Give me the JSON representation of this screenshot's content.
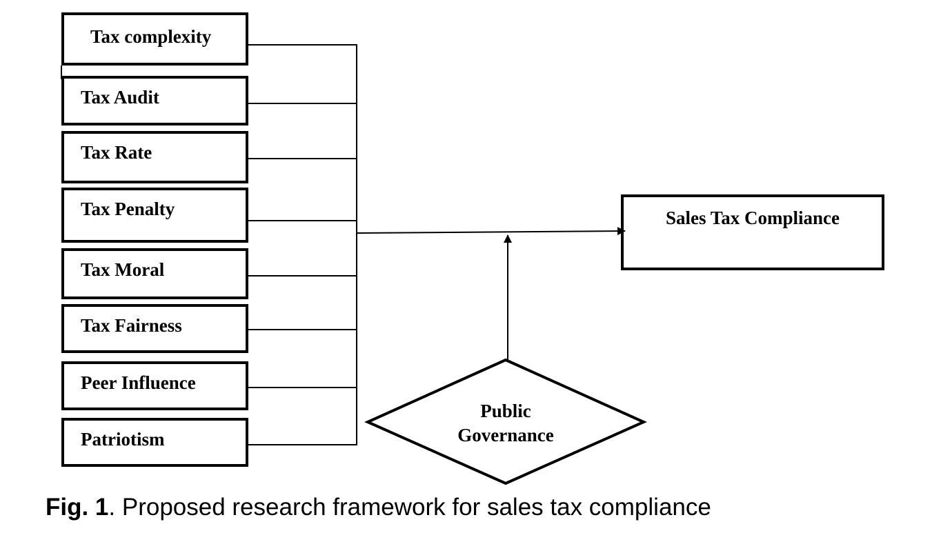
{
  "factors": [
    "Tax complexity",
    "Tax Audit",
    "Tax Rate",
    "Tax Penalty",
    "Tax Moral",
    "Tax Fairness",
    "Peer Influence",
    "Patriotism"
  ],
  "moderator": {
    "line1": "Public",
    "line2": "Governance"
  },
  "outcome": "Sales Tax Compliance",
  "caption": {
    "label": "Fig. 1",
    "text": ". Proposed research framework for sales tax compliance"
  }
}
